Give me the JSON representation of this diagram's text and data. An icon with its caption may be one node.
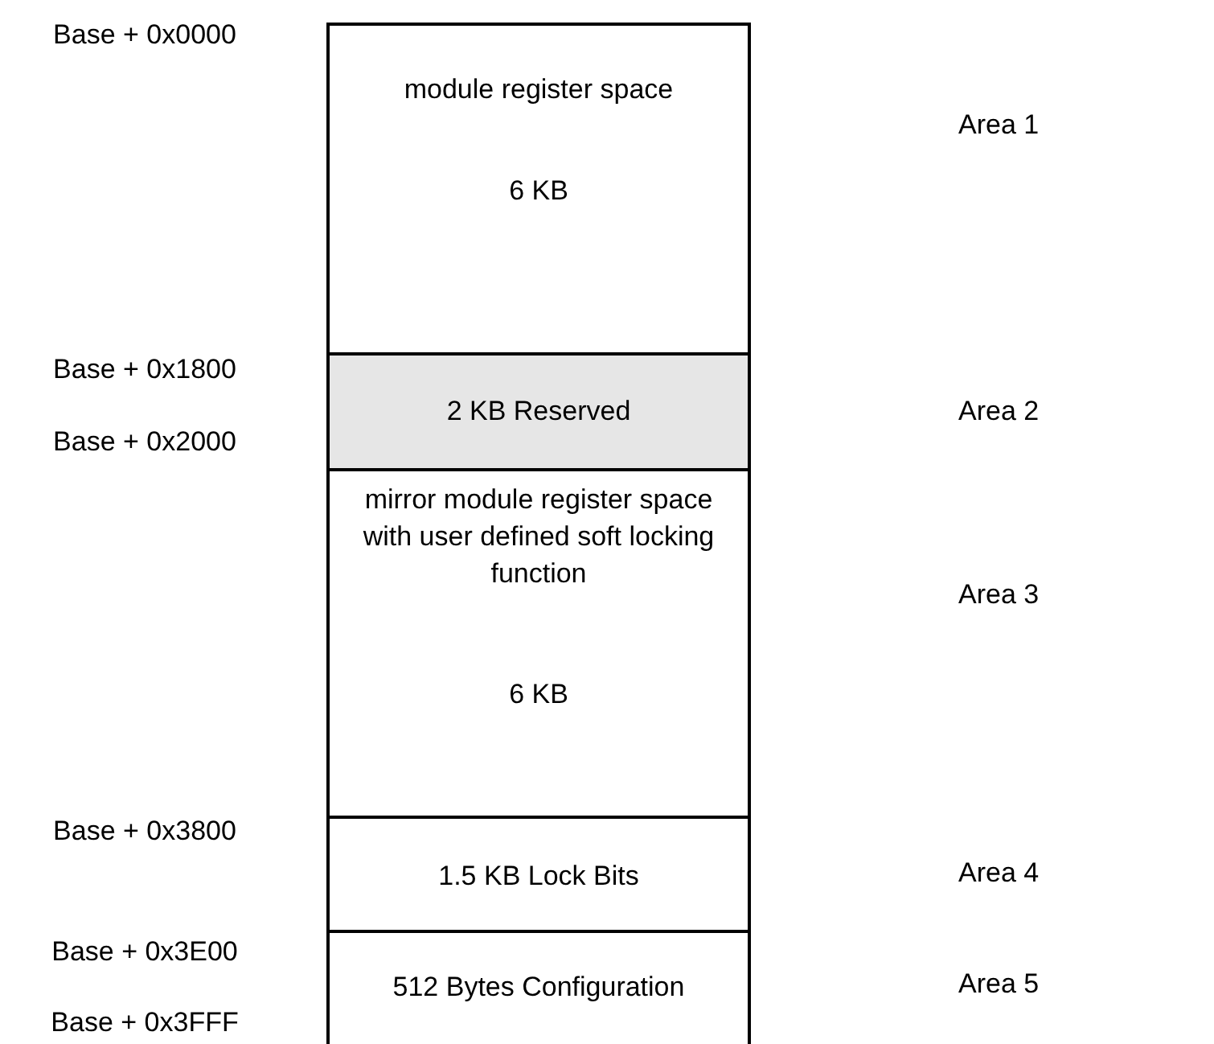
{
  "diagram": {
    "nodes": [
      {
        "text": [
          "module register space",
          "6 KB"
        ]
      },
      {
        "text": [
          "2 KB Reserved"
        ]
      },
      {
        "text": [
          "mirror module register space with user defined soft locking function",
          "6 KB"
        ]
      },
      {
        "text": [
          "1.5 KB Lock Bits"
        ]
      },
      {
        "text": [
          "512 Bytes Configuration"
        ]
      }
    ],
    "labels": [
      "Base + 0x0000",
      "Area 1",
      "Base + 0x1800",
      "Area 2",
      "Base + 0x2000",
      "Area 3",
      "Base + 0x3800",
      "Area 4",
      "Base + 0x3E00",
      "Area 5",
      "Base + 0x3FFF"
    ]
  }
}
